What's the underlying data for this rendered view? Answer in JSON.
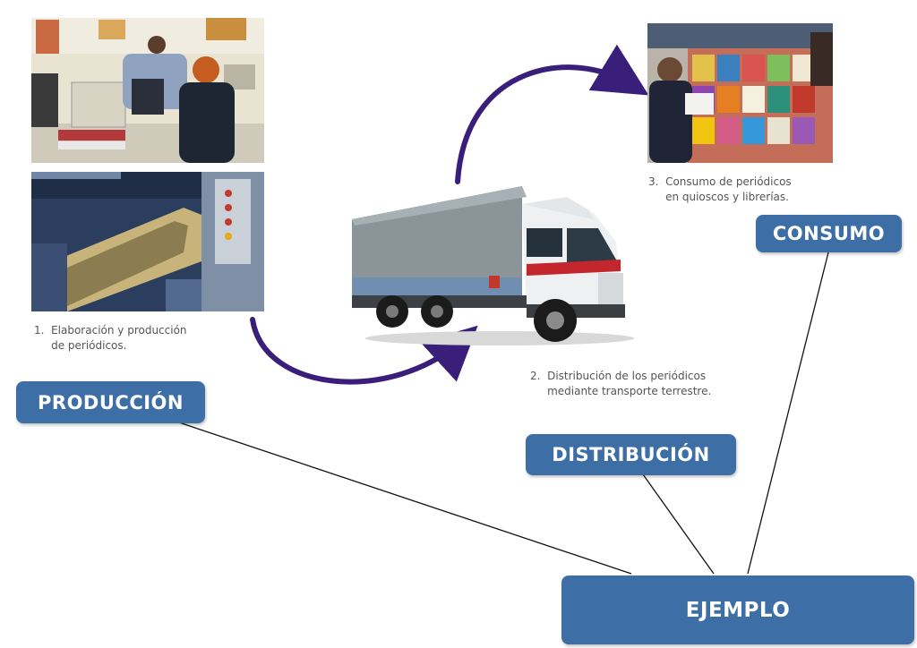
{
  "diagram": {
    "nodes": {
      "produccion": "PRODUCCIÓN",
      "distribucion": "DISTRIBUCIÓN",
      "consumo": "CONSUMO",
      "ejemplo": "EJEMPLO"
    },
    "captions": {
      "step1": "1.  Elaboración y producción\n     de periódicos.",
      "step2": "2.  Distribución de los periódicos\n     mediante transporte terrestre.",
      "step3": "3.  Consumo de periódicos\n     en quioscos y librerías."
    },
    "colors": {
      "node_fill": "#3d6fa6",
      "arrow": "#3a1f7a",
      "connector": "#111111"
    },
    "images": [
      "office-workers-photo",
      "printing-press-photo",
      "delivery-truck-photo",
      "newsstand-photo"
    ]
  }
}
